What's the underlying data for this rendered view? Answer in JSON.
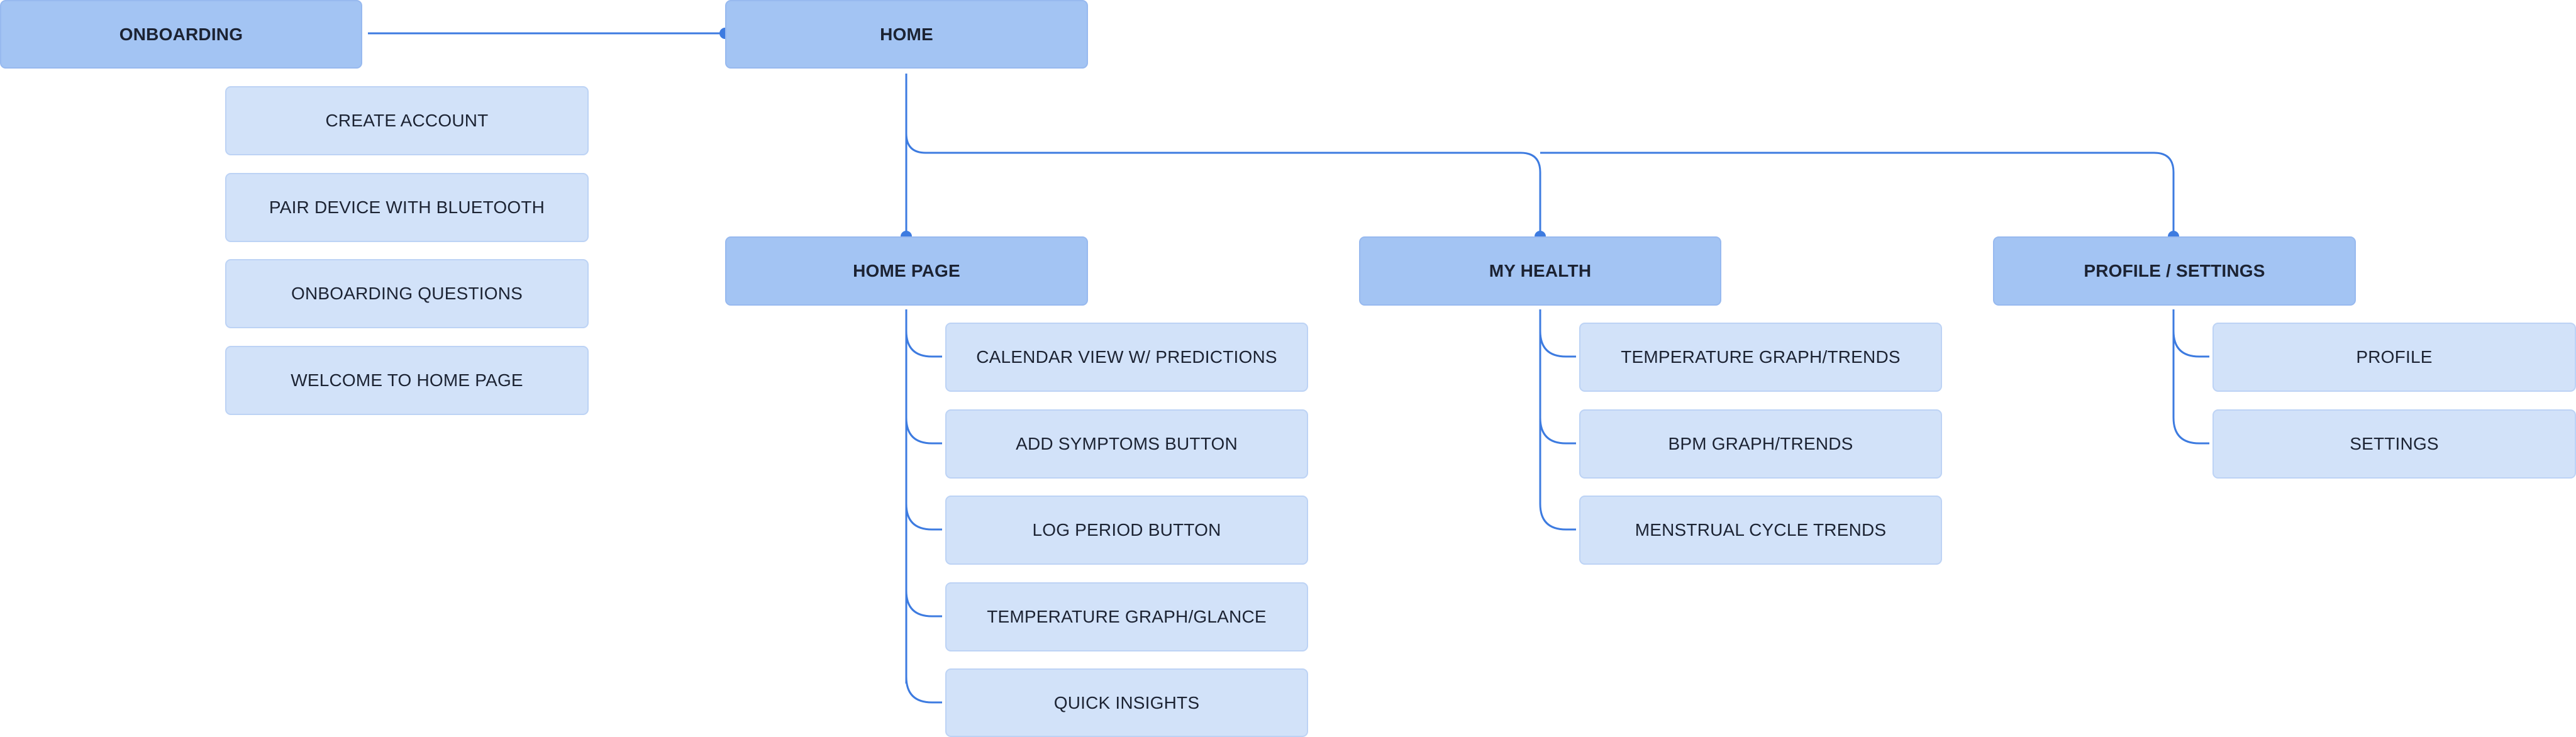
{
  "colors": {
    "line": "#3d7be0",
    "primary_fill": "#a3c4f3",
    "secondary_fill": "#d2e2f9",
    "text": "#1c2333"
  },
  "nodes": {
    "onboarding": "ONBOARDING",
    "home": "HOME",
    "create_account": "CREATE ACCOUNT",
    "pair_device": "PAIR DEVICE WITH BLUETOOTH",
    "onboarding_questions": "ONBOARDING QUESTIONS",
    "welcome_home": "WELCOME TO HOME PAGE",
    "home_page": "HOME PAGE",
    "my_health": "MY HEALTH",
    "profile_settings": "PROFILE / SETTINGS",
    "calendar_view": "CALENDAR VIEW W/ PREDICTIONS",
    "add_symptoms": "ADD SYMPTOMS BUTTON",
    "log_period": "LOG PERIOD BUTTON",
    "temp_glance": "TEMPERATURE GRAPH/GLANCE",
    "quick_insights": "QUICK INSIGHTS",
    "temp_trends": "TEMPERATURE GRAPH/TRENDS",
    "bpm_trends": "BPM GRAPH/TRENDS",
    "menstrual_trends": "MENSTRUAL CYCLE TRENDS",
    "profile": "PROFILE",
    "settings": "SETTINGS"
  }
}
